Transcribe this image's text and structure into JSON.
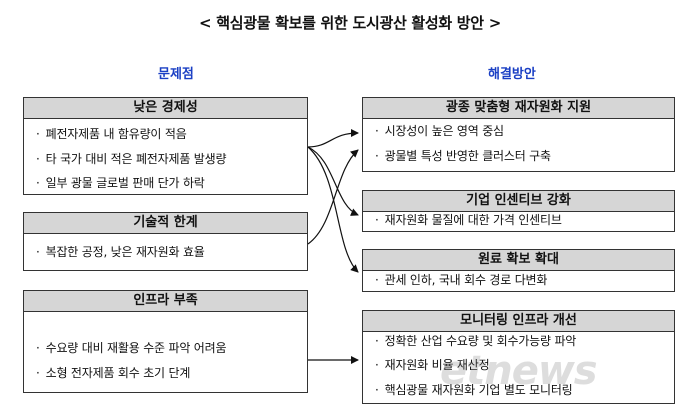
{
  "title": "< 핵심광물 확보를 위한 도시광산 활성화 방안 >",
  "left_header": "문제점",
  "right_header": "해결방안",
  "problems": [
    {
      "title": "낮은 경제성",
      "items": [
        "폐전자제품 내 함유량이 적음",
        "타 국가 대비 적은 폐전자제품 발생량",
        "일부 광물 글로벌 판매 단가 하락"
      ]
    },
    {
      "title": "기술적 한계",
      "items": [
        "복잡한 공정, 낮은 재자원화 효율"
      ]
    },
    {
      "title": "인프라 부족",
      "items": [
        "수요량 대비 재활용 수준 파악 어려움",
        "소형 전자제품 회수 초기 단계"
      ]
    }
  ],
  "solutions": [
    {
      "title": "광종 맞춤형 재자원화 지원",
      "items": [
        "시장성이 높은 영역 중심",
        "광물별 특성 반영한 클러스터 구축"
      ]
    },
    {
      "title": "기업 인센티브 강화",
      "items": [
        "재자원화 물질에 대한 가격 인센티브"
      ]
    },
    {
      "title": "원료 확보 확대",
      "items": [
        "관세 인하, 국내 회수 경로 다변화"
      ]
    },
    {
      "title": "모니터링 인프라 개선",
      "items": [
        "정확한 산업 수요량 및 회수가능량 파악",
        "재자원화 비율 재산정",
        "핵심광물 재자원화 기업 별도 모니터링"
      ]
    }
  ],
  "watermark": "etnews",
  "colors": {
    "header_fill": "#d6d6d6",
    "column_header": "#1a3fc4",
    "border": "#333333"
  }
}
